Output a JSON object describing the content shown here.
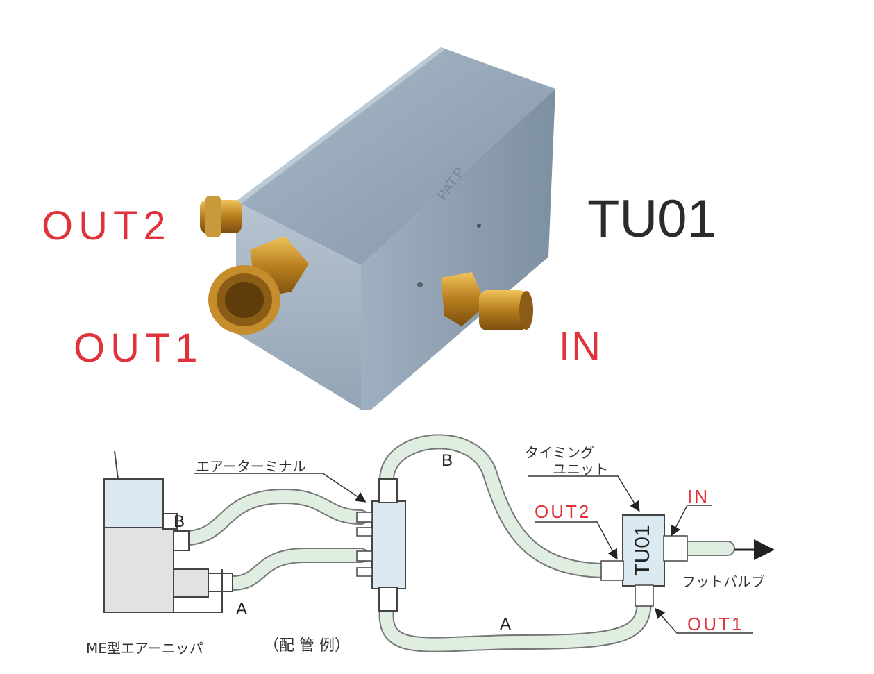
{
  "photo": {
    "labels": {
      "out2": "OUT2",
      "out1": "OUT1",
      "in": "IN",
      "model": "TU01"
    },
    "engraving": "PAT.P"
  },
  "diagram": {
    "air_terminal": "エアーターミナル",
    "timing_unit_line1": "タイミング",
    "timing_unit_line2": "ユニット",
    "unit_label": "TU01",
    "out2": "OUT2",
    "out1": "OUT1",
    "in": "IN",
    "hose_b": "B",
    "hose_a": "A",
    "nipper_b": "B",
    "nipper_a": "A",
    "foot_valve": "フットバルブ",
    "nipper_name": "ME型エアーニッパ",
    "caption": "（配 管 例）"
  },
  "colors": {
    "accent_red": "#e0323a",
    "hose": "#dfeee0",
    "block": "#8fa3b4"
  }
}
